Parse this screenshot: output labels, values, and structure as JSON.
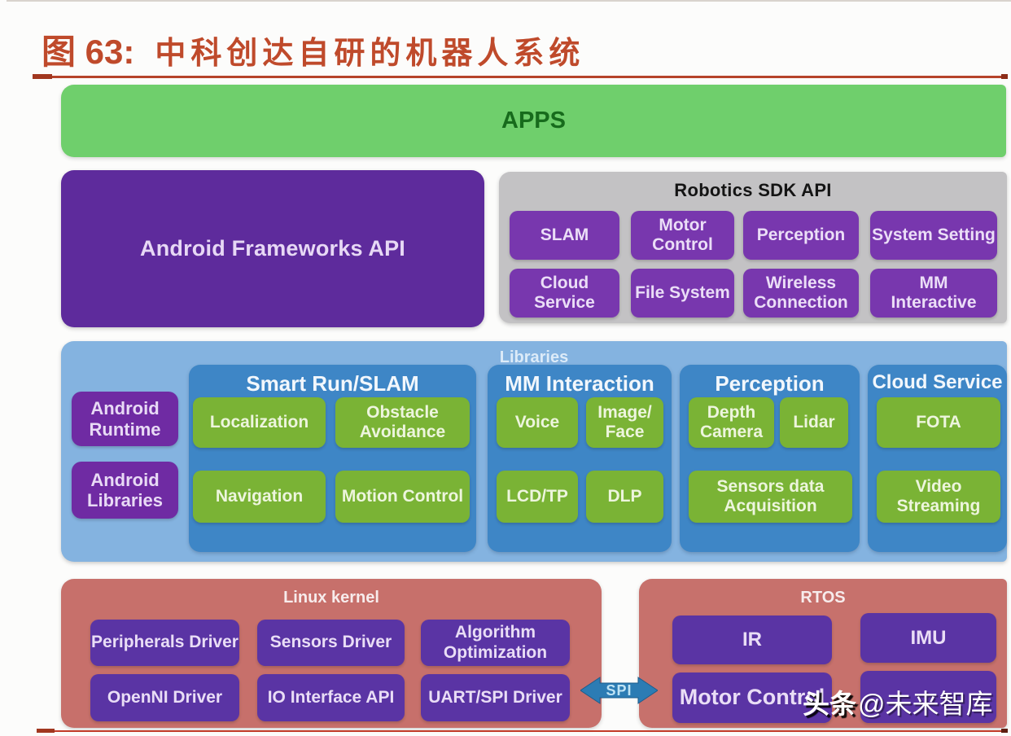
{
  "figure": {
    "title_prefix": "图 63:",
    "title_text": "中科创达自研的机器人系统"
  },
  "apps": {
    "label": "APPS"
  },
  "frameworks": {
    "label": "Android Frameworks API"
  },
  "sdk": {
    "title": "Robotics SDK API",
    "chips": [
      "SLAM",
      "Motor Control",
      "Perception",
      "System Setting",
      "Cloud Service",
      "File System",
      "Wireless Connection",
      "MM Interactive"
    ]
  },
  "libraries": {
    "label": "Libraries",
    "side": [
      "Android Runtime",
      "Android Libraries"
    ],
    "smart": {
      "title": "Smart Run/SLAM",
      "chips": [
        "Localization",
        "Obstacle Avoidance",
        "Navigation",
        "Motion Control"
      ]
    },
    "mm": {
      "title": "MM Interaction",
      "chips": [
        "Voice",
        "Image/\nFace",
        "LCD/TP",
        "DLP"
      ]
    },
    "perception": {
      "title": "Perception",
      "chips": [
        "Depth Camera",
        "Lidar",
        "Sensors data Acquisition"
      ]
    },
    "cloud": {
      "title": "Cloud Service",
      "chips": [
        "FOTA",
        "Video Streaming"
      ]
    }
  },
  "linux": {
    "title": "Linux kernel",
    "chips": [
      "Peripherals Driver",
      "Sensors Driver",
      "Algorithm Optimization",
      "OpenNI Driver",
      "IO Interface API",
      "UART/SPI Driver"
    ]
  },
  "rtos": {
    "title": "RTOS",
    "chips": [
      "IR",
      "IMU",
      "Motor Control",
      ""
    ]
  },
  "spi": {
    "label": "SPI"
  },
  "watermark": {
    "brand": "头条",
    "handle": "@未来智库"
  },
  "colors": {
    "title_red": "#bf4a2b",
    "rule_red": "#b6432a",
    "apps_green": "#6fcf6c",
    "apps_text": "#15651a",
    "purple_frameworks": "#5e2b9c",
    "purple_sdk_chip": "#7837ae",
    "purple_lib_chip": "#6f2ba3",
    "purple_bottom_chip": "#5a34a4",
    "gray_sdk": "#c3c2c4",
    "blue_container": "#84b3e0",
    "blue_group": "#3e86c6",
    "green_chip": "#7ab335",
    "salmon": "#c7706b",
    "arrow_blue": "#2c7cb4"
  }
}
